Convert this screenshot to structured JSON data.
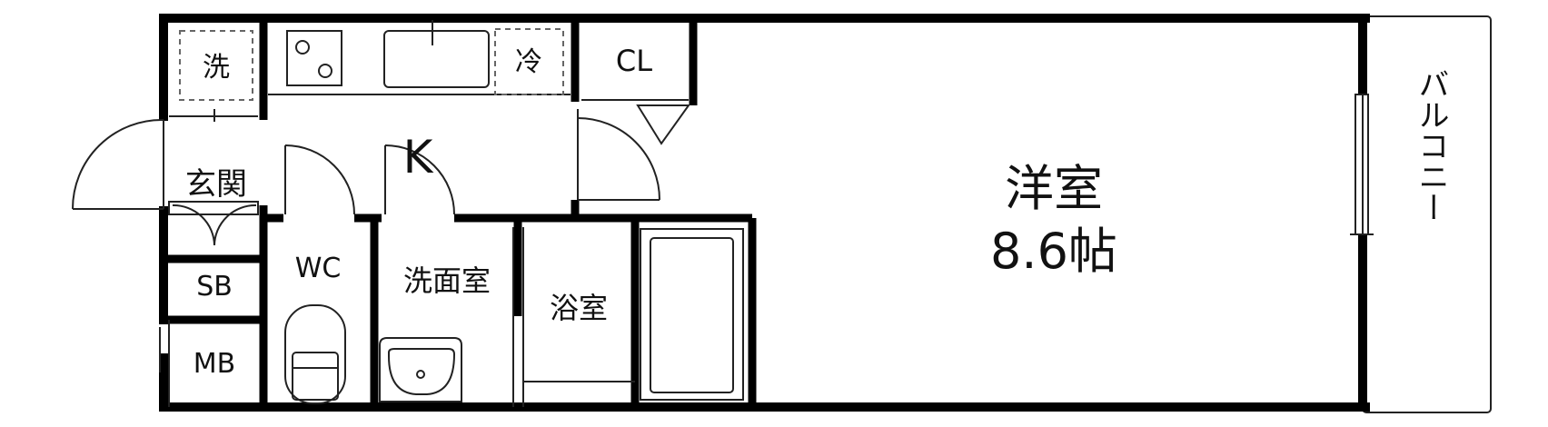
{
  "rooms": {
    "western": {
      "name": "洋室",
      "size": "8.6帖"
    },
    "kitchen": "K",
    "entrance": "玄関",
    "washer": "洗",
    "fridge": "冷",
    "closet": "CL",
    "shoe_box": "SB",
    "meter_box": "MB",
    "toilet": "WC",
    "washroom": "洗面室",
    "bathroom": "浴室",
    "balcony": "バルコニー"
  },
  "colors": {
    "wall": "#000000",
    "line": "#222222",
    "dashed": "#666666",
    "background": "#ffffff"
  }
}
